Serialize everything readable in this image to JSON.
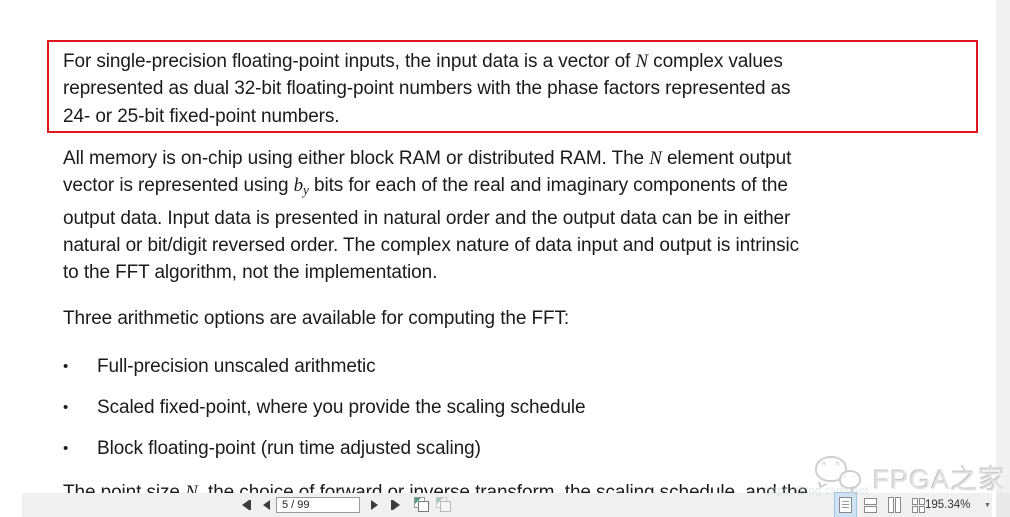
{
  "document": {
    "highlight_box": {
      "border_color": "#e0181e",
      "lines": [
        {
          "segs": [
            {
              "t": "For single-precision floating-point inputs, the input data is a vector of "
            },
            {
              "t": "N",
              "style": "i"
            },
            {
              "t": " complex values"
            }
          ]
        },
        {
          "segs": [
            {
              "t": "represented as dual 32-bit floating-point numbers with the phase factors represented as"
            }
          ]
        },
        {
          "segs": [
            {
              "t": "24- or 25-bit fixed-point numbers."
            }
          ]
        }
      ]
    },
    "paragraph_memory": {
      "lines": [
        {
          "segs": [
            {
              "t": "All memory is on-chip using either block RAM or distributed RAM. The "
            },
            {
              "t": "N",
              "style": "i"
            },
            {
              "t": " element output"
            }
          ]
        },
        {
          "segs": [
            {
              "t": "vector is represented using "
            },
            {
              "t": "b",
              "style": "i"
            },
            {
              "t": "y",
              "style": "sub"
            },
            {
              "t": " bits for each of the real and imaginary components of the"
            }
          ]
        },
        {
          "segs": [
            {
              "t": "output data. Input data is presented in natural order and the output data can be in either"
            }
          ]
        },
        {
          "segs": [
            {
              "t": "natural or bit/digit reversed order. The complex nature of data input and output is intrinsic"
            }
          ]
        },
        {
          "segs": [
            {
              "t": "to the FFT algorithm, not the implementation."
            }
          ]
        }
      ]
    },
    "paragraph_options_intro": "Three arithmetic options are available for computing the FFT:",
    "bullet_glyph": "•",
    "bullets": [
      "Full-precision unscaled arithmetic",
      "Scaled fixed-point, where you provide the scaling schedule",
      "Block floating-point (run time adjusted scaling)"
    ],
    "clipped_line": {
      "segs": [
        {
          "t": "The point size "
        },
        {
          "t": "N",
          "style": "i"
        },
        {
          "t": ", the choice of forward or inverse transform, the scaling schedule, and the"
        }
      ]
    },
    "top_fragment": ".."
  },
  "watermark": {
    "brand": "FPGA之家",
    "wechat_icon": "wechat-bubbles",
    "eyes_big": "^ ^",
    "eyes_small": "· ·",
    "url": "https://blog.csdn.net"
  },
  "toolbar": {
    "page_input_value": "5 / 99",
    "zoom_level": "195.34%",
    "zoom_dropdown_glyph": "▼",
    "page_input_dropdown_glyph": "▼",
    "icons": {
      "first_page": "first-page (◀|)",
      "previous_page": "previous-page (◀)",
      "next_page": "next-page (▶)",
      "last_page": "last-page (|▶)",
      "previous_view": "previous-view",
      "next_view": "next-view",
      "single_page_view": "single-page-view (active)",
      "continuous_view": "continuous-scroll-view",
      "facing_view": "two-page-view",
      "facing_continuous_view": "two-page-scroll-view"
    }
  },
  "colors": {
    "highlight_border": "#e0181e",
    "toolbar_bg": "#f0f0f0",
    "text": "#1b1b1b",
    "active_view_bg": "#cfe3f6"
  }
}
